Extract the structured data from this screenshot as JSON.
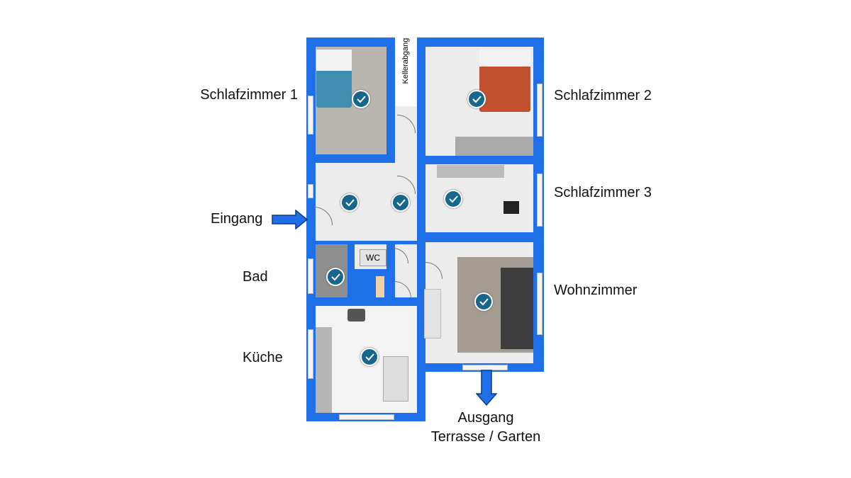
{
  "rooms": {
    "schlafzimmer1": "Schlafzimmer 1",
    "schlafzimmer2": "Schlafzimmer 2",
    "schlafzimmer3": "Schlafzimmer 3",
    "eingang": "Eingang",
    "bad": "Bad",
    "wc": "WC",
    "wohnzimmer": "Wohnzimmer",
    "kueche": "Küche",
    "kellerabgang": "Kellerabgang",
    "ausgang": "Ausgang",
    "terrasse": "Terrasse / Garten"
  },
  "colors": {
    "wall": "#1f6fe8",
    "check": "#17678d",
    "arrow": "#1f6fe8"
  }
}
